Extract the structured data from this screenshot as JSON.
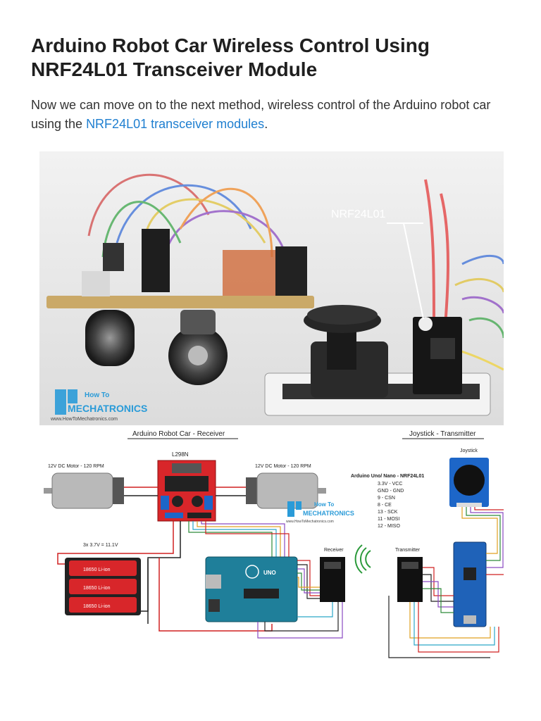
{
  "article": {
    "title": "Arduino Robot Car Wireless Control Using NRF24L01 Transceiver Module",
    "intro_before": "Now we can move on to the next method, wireless control of the Arduino robot car using the ",
    "intro_link": "NRF24L01 transceiver modules",
    "intro_after": "."
  },
  "photo": {
    "callout": "NRF24L01",
    "watermark_line1": "How To",
    "watermark_line2": "MECHATRONICS",
    "watermark_url": "www.HowToMechatronics.com"
  },
  "diagram": {
    "receiver_title": "Arduino Robot Car - Receiver",
    "transmitter_title": "Joystick - Transmitter",
    "driver_label": "L298N",
    "motor_left_label": "12V DC Motor - 120 RPM",
    "motor_right_label": "12V DC Motor - 120 RPM",
    "battery_label": "3x 3.7V = 11.1V",
    "cells": [
      "18650 Li-ion",
      "18650 Li-ion",
      "18650 Li-ion"
    ],
    "joystick_label": "Joystick",
    "pinout_title": "Arduino Uno/ Nano - NRF24L01",
    "pinout": [
      "3.3V - VCC",
      "GND - GND",
      "9 - CSN",
      "8 - CE",
      "13 - SCK",
      "11 - MOSI",
      "12 - MISO"
    ],
    "receiver_label": "Receiver",
    "transmitter_label": "Transmitter",
    "uno_label": "UNO",
    "watermark_line1": "How To",
    "watermark_line2": "MECHATRONICS",
    "watermark_url": "www.HowToMechatronics.com"
  }
}
